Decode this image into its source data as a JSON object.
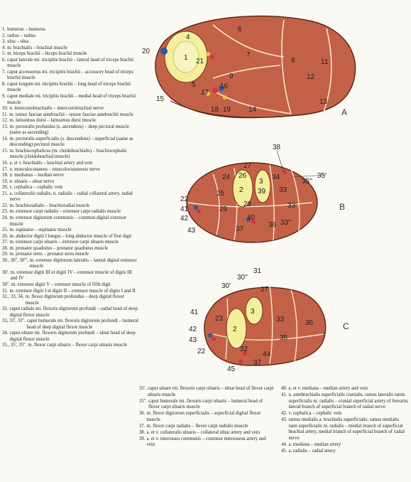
{
  "legend_left": [
    {
      "n": "1.",
      "t": "humerus – humerus"
    },
    {
      "n": "2.",
      "t": "radius – radius"
    },
    {
      "n": "3.",
      "t": "ulna – ulna"
    },
    {
      "n": "4.",
      "t": "m. brachialis – brachial muscle"
    },
    {
      "n": "5.",
      "t": "m. biceps brachii – biceps brachii muscle"
    },
    {
      "n": "6.",
      "t": "caput laterale mi. tricipitis brachii – lateral head of triceps brachii muscle"
    },
    {
      "n": "7.",
      "t": "caput accessorius mi. tricipitis brachii – accessory head of triceps brachii muscle"
    },
    {
      "n": "8.",
      "t": "caput longum mi. tricipitis brachii – long head of triceps brachii muscle"
    },
    {
      "n": "9.",
      "t": "caput mediale mi. tricipitis brachii – medial head of triceps brachii muscle"
    },
    {
      "n": "10.",
      "t": "n. intercostobrachialis – intercostobrachial nerve"
    },
    {
      "n": "11.",
      "t": "m. tensor fasciae antebrachii – tensor fasciae antebrachii muscle"
    },
    {
      "n": "12.",
      "t": "m. latissimus dorsi – latissimus dorsi muscle"
    },
    {
      "n": "13.",
      "t": "m. pectoralis profundus (s. ascendens) – deep pectoral muscle (same as ascending)"
    },
    {
      "n": "14.",
      "t": "m. pectoralis superficialis (s. descendens) – superficial (same as descending) pectoral muscle"
    },
    {
      "n": "15.",
      "t": "m. brachiocephalicus (m. cleidobrachialis) – brachiocephalic muscle (cleidobrachial muscle)"
    },
    {
      "n": "16.",
      "t": "a. et v. brachialis – brachial artery and vein"
    },
    {
      "n": "17.",
      "t": "n. musculocutaneus – musculocutaneous nerve"
    },
    {
      "n": "18.",
      "t": "n. medianus – median nerve"
    },
    {
      "n": "19.",
      "t": "n. ulnaris – ulnar nerve"
    },
    {
      "n": "20.",
      "t": "v. cephalica – cephalic vein"
    },
    {
      "n": "21.",
      "t": "a. collateralis radialis, n. radialis – radial collateral artery, radial nerve"
    },
    {
      "n": "22.",
      "t": "m. brachioradialis – brachioradial muscle"
    },
    {
      "n": "23.",
      "t": "m. extensor carpi radialis – extensor carpi radialis muscle"
    },
    {
      "n": "24.",
      "t": "m. extensor digitorum communis – common digital extensor muscle"
    },
    {
      "n": "25.",
      "t": "m. supinator – supinator muscle"
    },
    {
      "n": "26.",
      "t": "m. abductor digiti I longus – long abductor muscle of first digit"
    },
    {
      "n": "27.",
      "t": "m. extensor carpi ulnaris – extensor carpi ulnaris muscle"
    },
    {
      "n": "28.",
      "t": "m. pronator quadratus – pronator quadratus muscle"
    },
    {
      "n": "29.",
      "t": "m. pronator teres – pronator teres muscle"
    },
    {
      "n": "30., 30'', 30'''.",
      "t": "m. extensor digitorum lateralis – lateral digital extensor muscle"
    },
    {
      "n": "30'.",
      "t": "m. extensor digiti III et digiti IV – extensor muscle of digits III and IV"
    },
    {
      "n": "30''.",
      "t": "m. extensor digiti V – extensor muscle of fifth digit"
    },
    {
      "n": "31.",
      "t": "m. extensor digiti I et digiti II – extensor muscle of digits I and II"
    },
    {
      "n": "32., 33, 34.",
      "t": "m. flexor digitorum profundus – deep digital flexor muscle"
    },
    {
      "n": "32.",
      "t": "caput radiale mi. flexoris digitorum profundi – radial head of deep digital flexor muscle"
    },
    {
      "n": "33, 33', 33''.",
      "t": "caput humerale mi. flexoris digitorum profundi – humeral head of deep digital flexor muscle"
    },
    {
      "n": "34.",
      "t": "caput ulnare mi. flexoris digitorum profundi – ulnar head of deep digital flexor muscle"
    },
    {
      "n": "35., 35', 35''.",
      "t": "m. flexor carpi ulnaris – flexor carpi ulnaris muscle"
    }
  ],
  "legend_bottom_col1": [
    {
      "n": "35'.",
      "t": "caput ulnare mi. flexoris carpi ulnaris – ulnar head of flexor carpi ulnaris muscle"
    },
    {
      "n": "35''.",
      "t": "caput humerale mi. flexoris carpi ulnaris – humeral head of flexor carpi ulnaris muscle"
    },
    {
      "n": "36.",
      "t": "m. flexor digitorum superficialis – superficial digital flexor muscle"
    },
    {
      "n": "37.",
      "t": "m. flexor carpi radialis – flexor carpi radialis muscle"
    },
    {
      "n": "38.",
      "t": "a. et v. collateralis ulnaris – collateral ulnar artery and vein"
    },
    {
      "n": "39.",
      "t": "a. et v. interossea communis – common interosseus artery and vein"
    }
  ],
  "legend_bottom_col2": [
    {
      "n": "40.",
      "t": "a. et v. mediana – median artery and vein"
    },
    {
      "n": "41.",
      "t": "n. antebrachialis superficialis cranialis, ramus lateralis ramis superficialis ni. radialis – cranial superficial artery of forearm, lateral branch of superficial branch of radial nerve"
    },
    {
      "n": "42.",
      "t": "v. cephalica – cephalic vein"
    },
    {
      "n": "43.",
      "t": "ramus medialis a. brachialis superficialis, ramus medialis rami superficialis ni. radialis – medial branch of superficial brachial artery, medial branch of superficial branch of radial nerve"
    },
    {
      "n": "44.",
      "t": "a. mediana – median artery"
    },
    {
      "n": "45.",
      "t": "a. radialis – radial artery"
    }
  ],
  "diagram": {
    "section_labels": {
      "a": "A",
      "b": "B",
      "c": "C"
    },
    "labels_a": [
      "1",
      "4",
      "5",
      "6",
      "7",
      "8",
      "9",
      "11",
      "12",
      "13",
      "14",
      "15",
      "16",
      "17",
      "18",
      "19",
      "20",
      "21"
    ],
    "labels_b": [
      "2",
      "3",
      "22",
      "24",
      "25",
      "26",
      "27",
      "28",
      "29",
      "33",
      "33'",
      "33''",
      "34",
      "35'",
      "35''",
      "36",
      "37",
      "38",
      "39",
      "40",
      "41",
      "42",
      "43"
    ],
    "labels_c": [
      "2",
      "3",
      "22",
      "23",
      "27",
      "30'",
      "30''",
      "31",
      "32",
      "33",
      "35",
      "36",
      "37",
      "41",
      "42",
      "43",
      "44",
      "45"
    ]
  },
  "colors": {
    "muscle": "#c7654a",
    "bone": "#f3ef9a",
    "outline": "#7a2e1c",
    "artery": "#d8323a",
    "vein": "#2c5aa8",
    "nerve": "#e3c94a"
  }
}
